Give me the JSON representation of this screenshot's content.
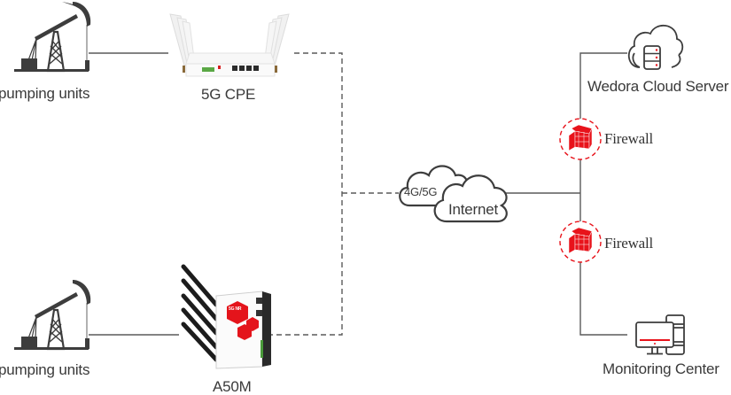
{
  "nodes": {
    "pumping_unit_top": {
      "label": "pumping units"
    },
    "pumping_unit_bottom": {
      "label": "pumping units"
    },
    "cpe": {
      "label": "5G CPE"
    },
    "a50m": {
      "label": "A50M",
      "device_badge": "5G NR"
    },
    "mobile_network": {
      "label": "4G/5G"
    },
    "internet": {
      "label": "Internet"
    },
    "cloud_server": {
      "label": "Wedora Cloud Server"
    },
    "firewall_top": {
      "label": "Firewall"
    },
    "firewall_bottom": {
      "label": "Firewall"
    },
    "monitoring_center": {
      "label": "Monitoring Center"
    }
  },
  "colors": {
    "line": "#595959",
    "icon": "#3d3d3d",
    "accent": "#e8131b",
    "text": "#3a3a3a"
  }
}
